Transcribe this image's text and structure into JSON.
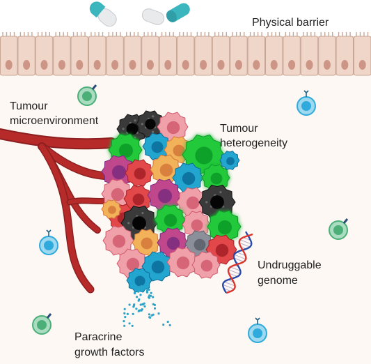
{
  "labels": {
    "physical_barrier": "Physical barrier",
    "tumour_micro_1": "Tumour",
    "tumour_micro_2": "microenvironment",
    "tumour_het_1": "Tumour",
    "tumour_het_2": "heterogeneity",
    "undruggable_1": "Undruggable",
    "undruggable_2": "genome",
    "paracrine_1": "Paracrine",
    "paracrine_2": "growth factors"
  },
  "colors": {
    "background": "#fdf8f4",
    "epithelium": "#efd6c9",
    "epithelium_outline": "#c9a796",
    "nucleus": "#c7897a",
    "vessel": "#b62a2a",
    "capsule_teal": "#3bb6bf",
    "capsule_white": "#e9eaec",
    "cell_blue": "#2eaadc",
    "cell_green": "#4caf78",
    "dna_red": "#d9342b",
    "dna_blue": "#2a4aa8",
    "growth_factor": "#2ba3c9"
  },
  "icons": [
    "capsule-icon",
    "immune-cell-icon",
    "tumour-cell-icon",
    "blood-vessel-icon",
    "dna-helix-icon",
    "epithelial-cell-icon"
  ]
}
